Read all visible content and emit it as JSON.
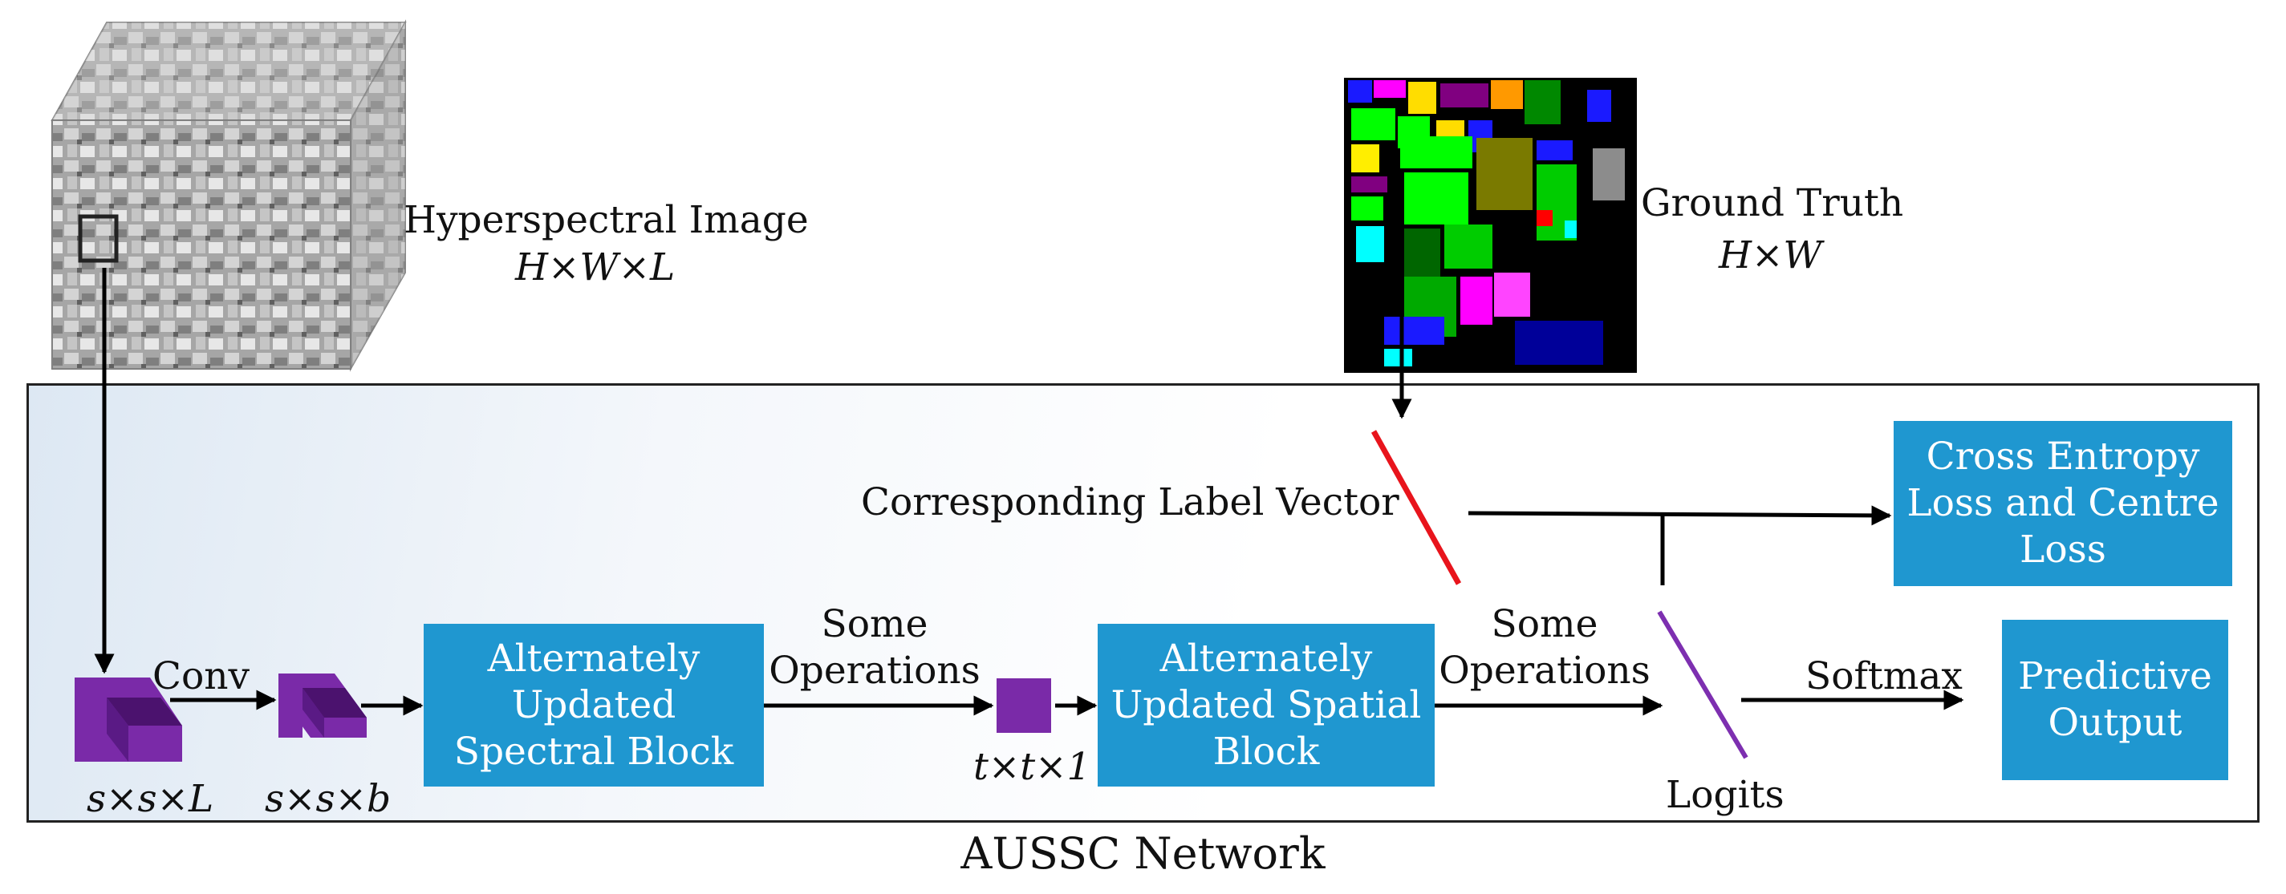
{
  "colors": {
    "block_fill": "#1f97d0",
    "block_text": "#ffffff",
    "tensor_purple": "#7a2aa8",
    "label_vector": "#e8141c",
    "logits_line": "#7d2fb0",
    "arrow": "#000000"
  },
  "hsi": {
    "label": "Hyperspectral Image",
    "dims": "H×W×L"
  },
  "ground_truth": {
    "label": "Ground Truth",
    "dims": "H×W"
  },
  "network": {
    "title": "AUSSC Network",
    "label_vector": "Corresponding Label Vector",
    "conv": "Conv",
    "ops1": "Some\nOperations",
    "ops2": "Some\nOperations",
    "softmax": "Softmax",
    "logits": "Logits",
    "spectral_block": "Alternately\nUpdated\nSpectral Block",
    "spatial_block": "Alternately\nUpdated Spatial\nBlock",
    "loss_block": "Cross Entropy\nLoss and Centre\nLoss",
    "output_block": "Predictive\nOutput",
    "dim_input": "s×s×L",
    "dim_conv": "s×s×b",
    "dim_t": "t×t×1"
  }
}
